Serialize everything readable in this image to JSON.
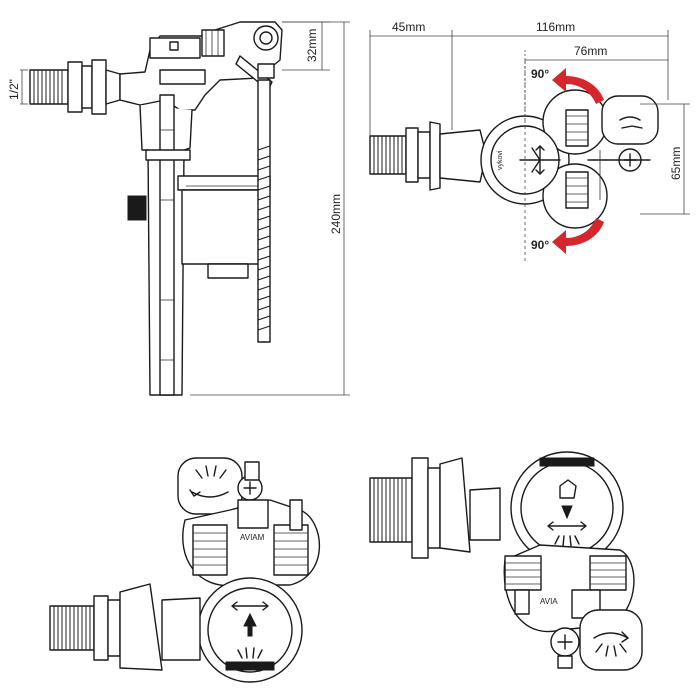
{
  "dimensions": {
    "thread_size": "1/2\"",
    "height_top": "32mm",
    "height_total": "240mm",
    "width_inlet": "45mm",
    "width_total": "116mm",
    "width_arm": "76mm",
    "height_head": "65mm"
  },
  "rotation": {
    "up": "90°",
    "down": "90°"
  },
  "colors": {
    "line": "#1a1a1a",
    "rotation_arrow": "#d7262b"
  }
}
